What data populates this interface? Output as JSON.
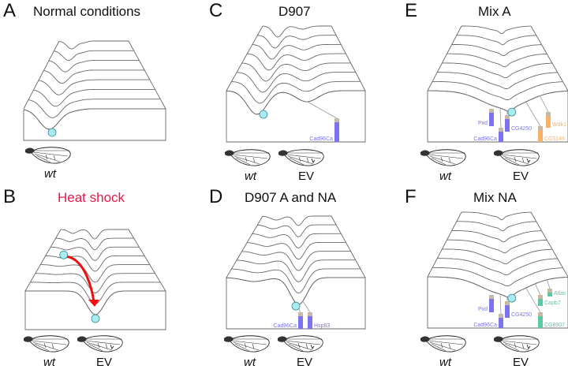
{
  "figure": {
    "panels": [
      {
        "id": "A",
        "letter": "A",
        "title": "Normal conditions",
        "title_color": "#111111",
        "landscape": "single left valley; ball resting at left (wild-type) valley",
        "ball_state": "wt-valley",
        "flies": [
          {
            "label": "wt",
            "italic": true,
            "phenotype": "wild-type wing"
          }
        ],
        "genes": []
      },
      {
        "id": "B",
        "letter": "B",
        "title": "Heat shock",
        "title_color": "#e8174a",
        "landscape": "new deep central valley appears; ball moves from left valley into EV valley",
        "ball_state": "transition wt to EV",
        "arrow": {
          "color": "#ee1111",
          "meaning": "shift into EV valley"
        },
        "flies": [
          {
            "label": "wt",
            "italic": true,
            "phenotype": "wild-type wing"
          },
          {
            "label": "EV",
            "italic": false,
            "phenotype": "extra vein wing"
          }
        ],
        "genes": []
      },
      {
        "id": "C",
        "letter": "C",
        "title": "D907",
        "title_color": "#111111",
        "landscape": "left valley deep, shallow EV valley pulled by one gene",
        "ball_state": "wt-valley",
        "flies": [
          {
            "label": "wt",
            "italic": true,
            "phenotype": "wild-type wing"
          },
          {
            "label": "EV",
            "italic": false,
            "phenotype": "extra vein wing"
          }
        ],
        "genes": [
          {
            "name": "Cad96Ca",
            "color": "#7b74ee",
            "side": "left"
          }
        ]
      },
      {
        "id": "D",
        "letter": "D",
        "title": "D907 A and NA",
        "title_color": "#111111",
        "landscape": "EV valley deepened by two genes; ball in EV valley",
        "ball_state": "EV-valley",
        "flies": [
          {
            "label": "wt",
            "italic": true,
            "phenotype": "wild-type wing"
          },
          {
            "label": "EV",
            "italic": false,
            "phenotype": "extra vein wing"
          }
        ],
        "genes": [
          {
            "name": "Cad96Ca",
            "color": "#7b74ee",
            "side": "left"
          },
          {
            "name": "Hsp83",
            "color": "#7b74ee",
            "side": "right"
          }
        ]
      },
      {
        "id": "E",
        "letter": "E",
        "title": "Mix A",
        "title_color": "#111111",
        "landscape": "broad valley pulled by many genes; ball in EV valley",
        "ball_state": "EV-valley",
        "flies": [
          {
            "label": "wt",
            "italic": true,
            "phenotype": "wild-type wing"
          },
          {
            "label": "EV",
            "italic": false,
            "phenotype": "extra vein wing"
          }
        ],
        "genes": [
          {
            "name": "Pxd",
            "color": "#7b74ee",
            "side": "left"
          },
          {
            "name": "Cad96Ca",
            "color": "#7b74ee",
            "side": "left"
          },
          {
            "name": "CG4250",
            "color": "#7b74ee",
            "side": "right"
          },
          {
            "name": "CG5146",
            "color": "#f7b26a",
            "side": "right"
          },
          {
            "name": "Wdk1",
            "color": "#f7b26a",
            "side": "right"
          }
        ]
      },
      {
        "id": "F",
        "letter": "F",
        "title": "Mix NA",
        "title_color": "#111111",
        "landscape": "broad valley pulled by many genes; ball in EV valley",
        "ball_state": "EV-valley",
        "flies": [
          {
            "label": "wt",
            "italic": true,
            "phenotype": "wild-type wing"
          },
          {
            "label": "EV",
            "italic": false,
            "phenotype": "extra vein wing"
          }
        ],
        "genes": [
          {
            "name": "Pxd",
            "color": "#7b74ee",
            "side": "left"
          },
          {
            "name": "Cad96Ca",
            "color": "#7b74ee",
            "side": "left"
          },
          {
            "name": "CG4250",
            "color": "#7b74ee",
            "side": "right"
          },
          {
            "name": "CG8907",
            "color": "#5cc9a0",
            "side": "right"
          },
          {
            "name": "Capb7",
            "color": "#5cc9a0",
            "side": "right"
          },
          {
            "name": "Atlas",
            "color": "#5cc9a0",
            "side": "right"
          }
        ]
      }
    ],
    "colors": {
      "ball_fill": "#a8ecf2",
      "ball_stroke": "#3a8a94",
      "line": "#6a6a6a",
      "peg": "#c8b8a8",
      "string": "#9a9a9a"
    }
  }
}
